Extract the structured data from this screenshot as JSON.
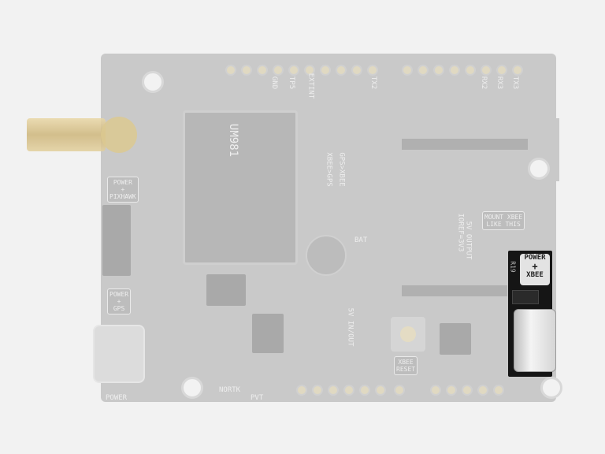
{
  "highlight": {
    "label_line1": "POWER",
    "label_plus": "+",
    "label_line2": "XBEE",
    "resistor": "R19"
  },
  "module": {
    "name": "UM981"
  },
  "labels": {
    "power_pixhawk": [
      "POWER",
      "+",
      "PIXHAWK"
    ],
    "power_gps": [
      "POWER",
      "+",
      "GPS"
    ],
    "mount_xbee": [
      "MOUNT XBEE",
      "LIKE THIS"
    ],
    "xbee_reset": [
      "XBEE",
      "RESET"
    ],
    "gps_xbee": "GPS>XBEE",
    "xbee_gps": "XBEE>GPS",
    "bat": "BAT",
    "ioref": "IOREF=3V3",
    "five_v_output": "5V OUTPUT",
    "five_v_in_out": "5V IN/OUT",
    "power": "POWER",
    "nortk": "NORTK",
    "pvt": "PVT"
  },
  "pin_labels": [
    "GND",
    "TP5",
    "EXTINT",
    "TX2",
    "RX2",
    "RX3",
    "TX3"
  ]
}
